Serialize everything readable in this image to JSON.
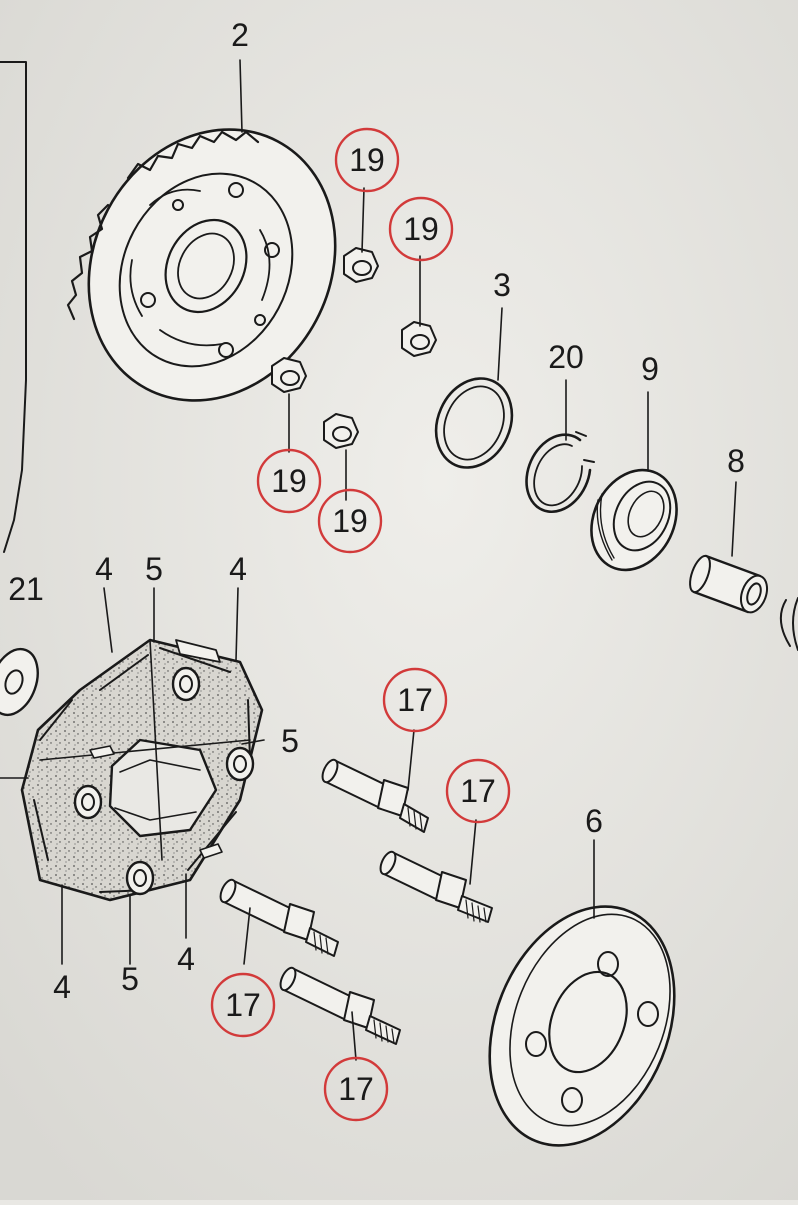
{
  "diagram": {
    "callouts": {
      "c2": "2",
      "c3": "3",
      "c20": "20",
      "c9": "9",
      "c8": "8",
      "c6": "6",
      "c21": "21",
      "c4a": "4",
      "c4b": "4",
      "c4c": "4",
      "c4d": "4",
      "c5a": "5",
      "c5b": "5",
      "c5c": "5",
      "c19a": "19",
      "c19b": "19",
      "c19c": "19",
      "c19d": "19",
      "c17a": "17",
      "c17b": "17",
      "c17c": "17",
      "c17d": "17"
    },
    "colors": {
      "ink": "#1a1a1a",
      "highlight": "#d23a3a",
      "paper": "#e9e8e4"
    }
  }
}
